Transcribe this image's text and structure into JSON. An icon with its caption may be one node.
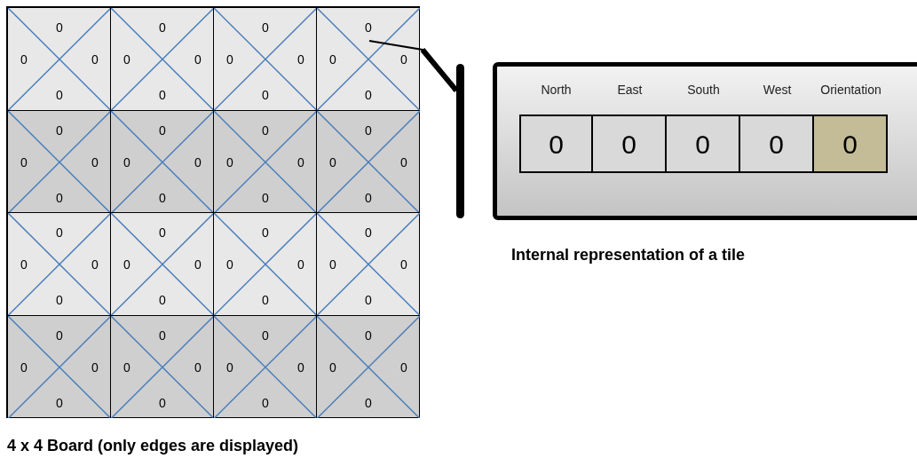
{
  "diagram": {
    "nodes": [
      {
        "text": [],
        "shape": "box",
        "beside": [
          "4 x 4 Board (only edges are displayed)"
        ]
      },
      {
        "text": [
          "0",
          "0",
          "0",
          "0"
        ],
        "in": 0
      },
      {
        "text": [
          "0",
          "0",
          "0",
          "0"
        ],
        "in": 0
      },
      {
        "text": [
          "0",
          "0",
          "0",
          "0"
        ],
        "in": 0
      },
      {
        "text": [
          "0",
          "0",
          "0",
          "0"
        ],
        "in": 0
      },
      {
        "text": [
          "0",
          "0",
          "0",
          "0"
        ],
        "in": 0
      },
      {
        "text": [
          "0",
          "0",
          "0",
          "0"
        ],
        "in": 0
      },
      {
        "text": [
          "0",
          "0",
          "0",
          "0"
        ],
        "in": 0
      },
      {
        "text": [
          "0",
          "0",
          "0",
          "0"
        ],
        "in": 0
      },
      {
        "text": [
          "0",
          "0",
          "0",
          "0"
        ],
        "in": 0
      },
      {
        "text": [
          "0",
          "0",
          "0",
          "0"
        ],
        "in": 0
      },
      {
        "text": [
          "0",
          "0",
          "0",
          "0"
        ],
        "in": 0
      },
      {
        "text": [
          "0",
          "0",
          "0",
          "0"
        ],
        "in": 0
      },
      {
        "text": [
          "0",
          "0",
          "0",
          "0"
        ],
        "in": 0
      },
      {
        "text": [
          "0",
          "0",
          "0",
          "0"
        ],
        "in": 0
      },
      {
        "text": [
          "0",
          "0",
          "0",
          "0"
        ],
        "in": 0
      },
      {
        "text": [
          "0",
          "0",
          "0",
          "0"
        ],
        "in": 0
      },
      {
        "text": [],
        "shape": "bar"
      },
      {
        "text": [],
        "shape": "box",
        "beside": [
          "Internal representation of a tile"
        ]
      },
      {
        "text": [
          "North",
          "0"
        ],
        "in": 18
      },
      {
        "text": [
          "East",
          "0"
        ],
        "in": 18
      },
      {
        "text": [
          "South",
          "0"
        ],
        "in": 18
      },
      {
        "text": [
          "West",
          "0"
        ],
        "in": 18
      },
      {
        "text": [
          "Orientation",
          "0"
        ],
        "in": 18
      }
    ],
    "edges": [
      {
        "from": 4,
        "to": 17,
        "arrow": "none"
      }
    ]
  }
}
